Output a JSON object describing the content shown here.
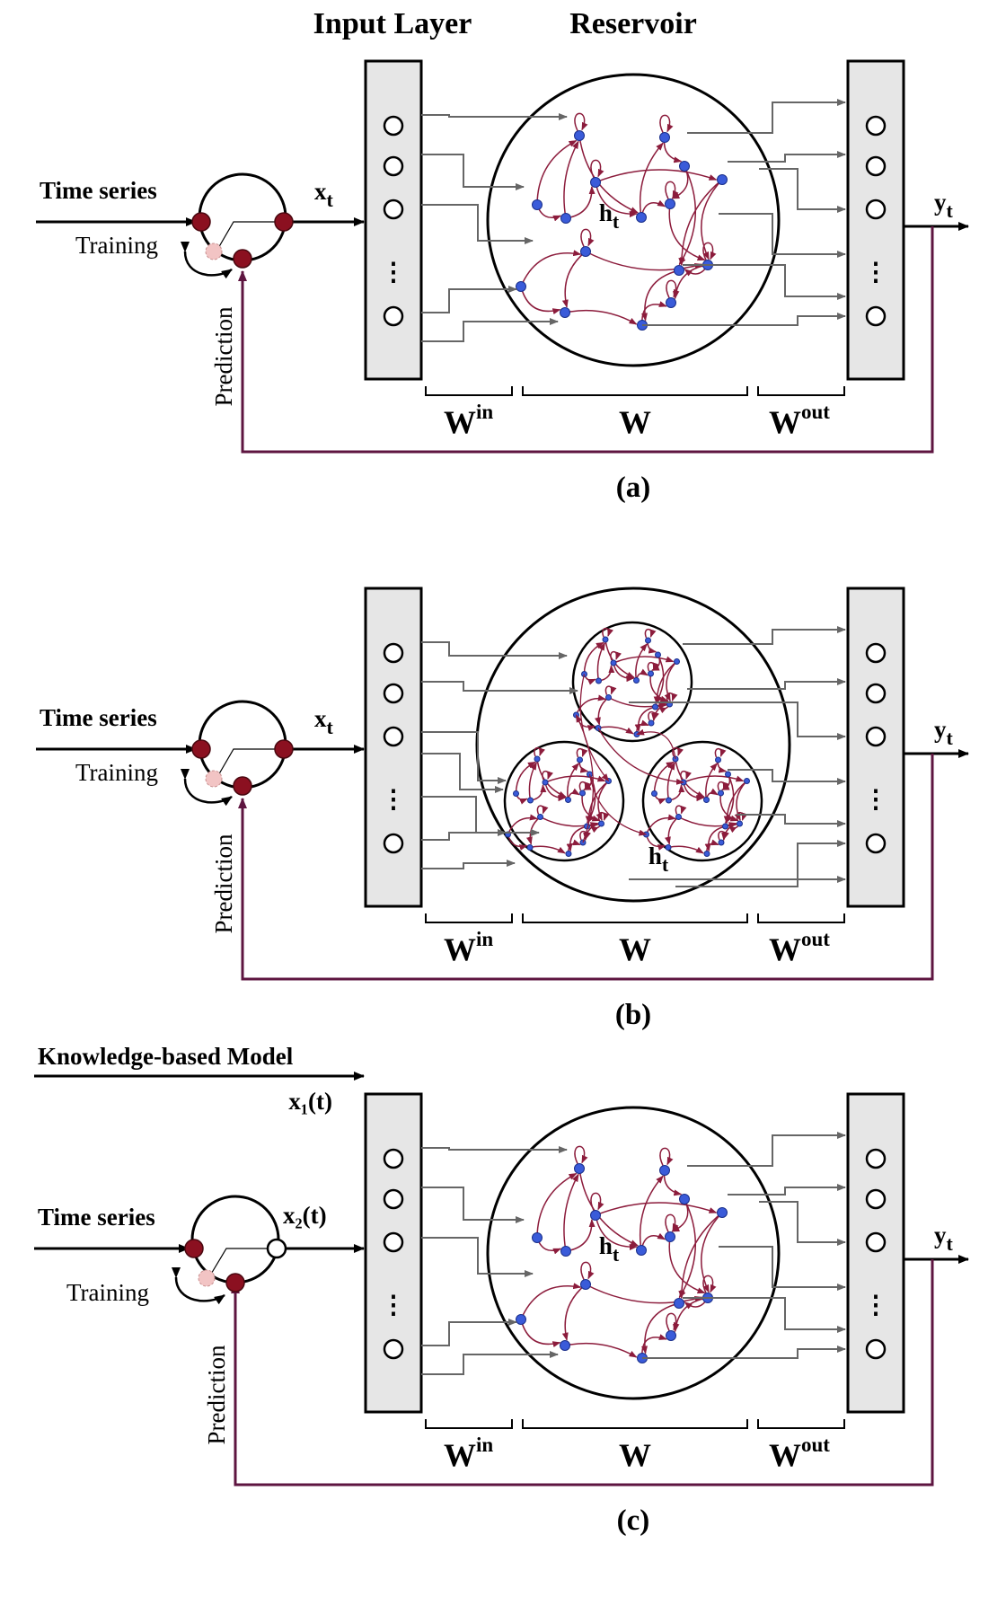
{
  "headers": {
    "input_layer": "Input Layer",
    "reservoir": "Reservoir"
  },
  "panels": [
    {
      "caption": "(a)",
      "time_series": "Time series",
      "training": "Training",
      "prediction": "Prediction",
      "x_main": "x",
      "x_sub": "t",
      "h_main": "h",
      "h_sub": "t",
      "y_main": "y",
      "y_sub": "t",
      "w_in_main": "W",
      "w_in_sup": "in",
      "w_main": "W",
      "w_out_main": "W",
      "w_out_sup": "out",
      "dots": "⋮"
    },
    {
      "caption": "(b)",
      "time_series": "Time series",
      "training": "Training",
      "prediction": "Prediction",
      "x_main": "x",
      "x_sub": "t",
      "h_main": "h",
      "h_sub": "t",
      "y_main": "y",
      "y_sub": "t",
      "w_in_main": "W",
      "w_in_sup": "in",
      "w_main": "W",
      "w_out_main": "W",
      "w_out_sup": "out",
      "dots": "⋮"
    },
    {
      "caption": "(c)",
      "knowledge_model": "Knowledge-based Model",
      "x1_label": "x₁(t)",
      "time_series": "Time series",
      "x2_label": "x₂(t)",
      "training": "Training",
      "prediction": "Prediction",
      "h_main": "h",
      "h_sub": "t",
      "y_main": "y",
      "y_sub": "t",
      "w_in_main": "W",
      "w_in_sup": "in",
      "w_main": "W",
      "w_out_main": "W",
      "w_out_sup": "out",
      "dots": "⋮"
    }
  ],
  "colors": {
    "node_blue": "#3a5bd9",
    "edge_maroon": "#8c1c3c",
    "switch_red": "#8b1020",
    "switch_pink": "#f2c4c4",
    "feedback": "#5e1540",
    "arrow_gray": "#666666",
    "box_fill": "#e6e6e6"
  }
}
